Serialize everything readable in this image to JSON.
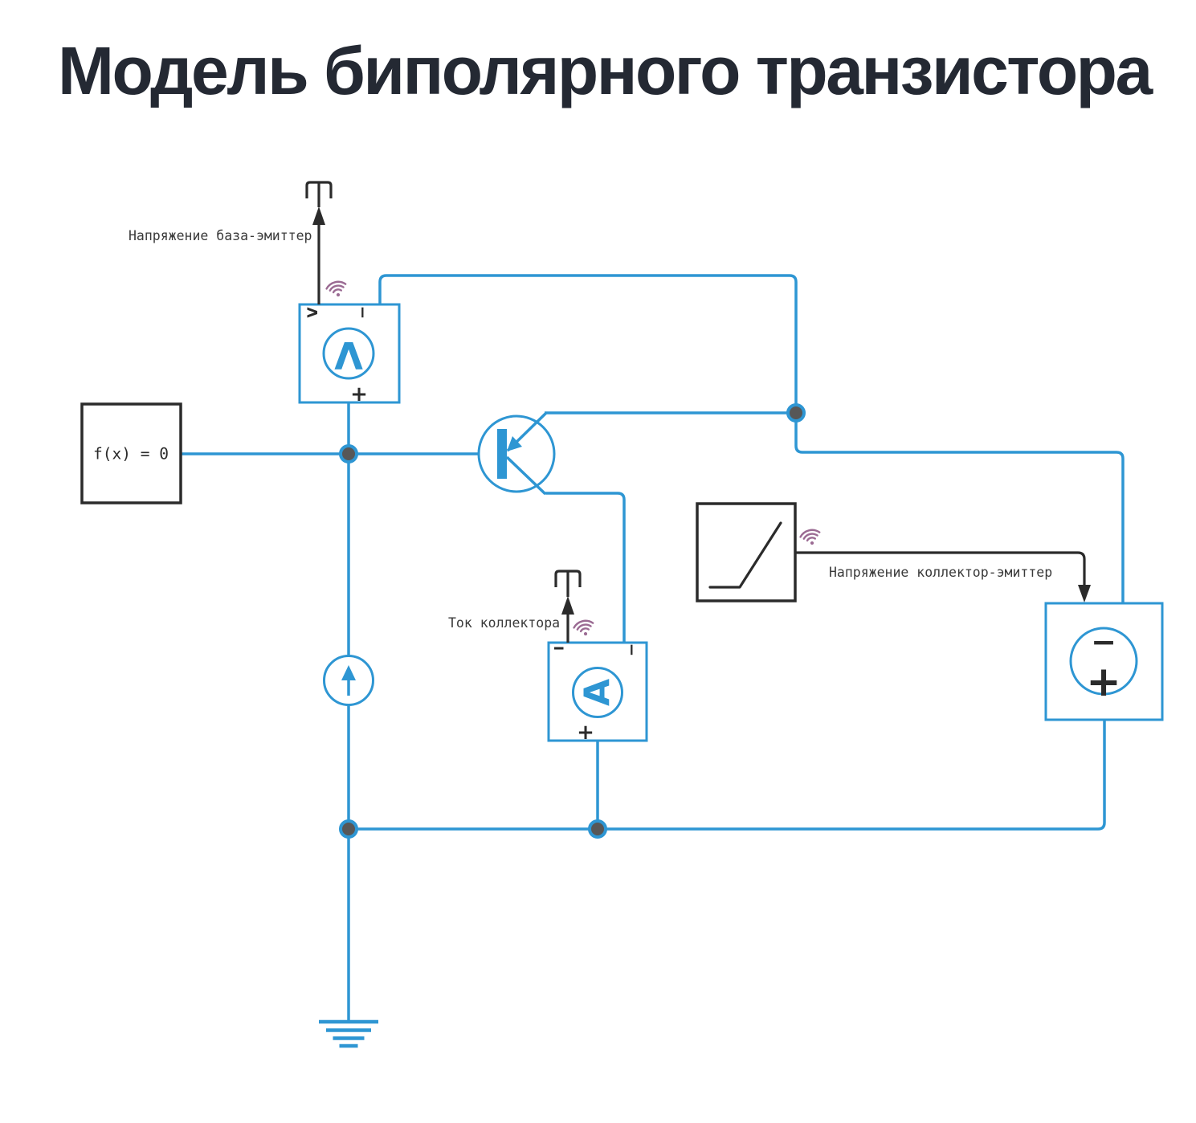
{
  "title": "Модель биполярного транзистора",
  "labels": {
    "base_emitter_voltage": "Напряжение база-эмиттер",
    "collector_current": "Ток коллектора",
    "collector_emitter_voltage": "Напряжение коллектор-эмиттер"
  },
  "blocks": {
    "solver": {
      "label": "f(x) = 0"
    },
    "voltage_sensor": {
      "dial_letter": "V",
      "output_port_label": "V",
      "minus_port_label": "−",
      "plus_port_label": "+"
    },
    "current_sensor": {
      "dial_letter": "A",
      "output_port_label": "I",
      "minus_port_label": "−",
      "plus_port_label": "+"
    },
    "dc_voltage_source": {
      "minus_label": "−",
      "plus_label": "+"
    }
  },
  "colors": {
    "wire_blue": "#2E96D3",
    "signal_black": "#2B2B2B",
    "stream_badge_purple": "#9B6B93",
    "junction_fill": "#575757",
    "title_text": "#242933",
    "label_text": "#3A3A3A"
  }
}
